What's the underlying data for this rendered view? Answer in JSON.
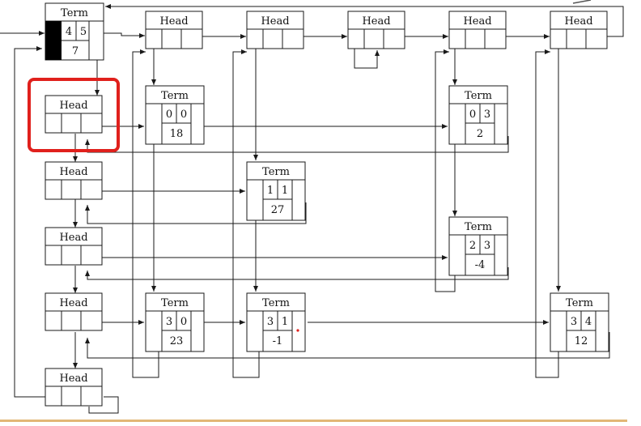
{
  "labels": {
    "head": "Head",
    "term": "Term"
  },
  "entry_node": {
    "title": "Term",
    "row": "4",
    "col": "5",
    "value": "7"
  },
  "column_heads": [
    {
      "id": "col0",
      "title": "Head"
    },
    {
      "id": "col1",
      "title": "Head"
    },
    {
      "id": "col2",
      "title": "Head"
    },
    {
      "id": "col3",
      "title": "Head"
    },
    {
      "id": "col4",
      "title": "Head"
    }
  ],
  "row_heads": [
    {
      "id": "row0",
      "title": "Head",
      "highlighted": true
    },
    {
      "id": "row1",
      "title": "Head",
      "highlighted": false
    },
    {
      "id": "row2",
      "title": "Head",
      "highlighted": false
    },
    {
      "id": "row3",
      "title": "Head",
      "highlighted": false
    },
    {
      "id": "row4",
      "title": "Head",
      "highlighted": false
    }
  ],
  "terms": [
    {
      "id": "t00",
      "title": "Term",
      "row": "0",
      "col": "0",
      "value": "18"
    },
    {
      "id": "t03",
      "title": "Term",
      "row": "0",
      "col": "3",
      "value": "2"
    },
    {
      "id": "t11",
      "title": "Term",
      "row": "1",
      "col": "1",
      "value": "27"
    },
    {
      "id": "t23",
      "title": "Term",
      "row": "2",
      "col": "3",
      "value": "-4"
    },
    {
      "id": "t30",
      "title": "Term",
      "row": "3",
      "col": "0",
      "value": "23"
    },
    {
      "id": "t31",
      "title": "Term",
      "row": "3",
      "col": "1",
      "value": "-1"
    },
    {
      "id": "t34",
      "title": "Term",
      "row": "3",
      "col": "4",
      "value": "12"
    }
  ],
  "colors": {
    "line": "#1a1a1a",
    "highlight": "#e0201c",
    "header_bar": "#000000",
    "bottom_rule": "#e2b777"
  }
}
